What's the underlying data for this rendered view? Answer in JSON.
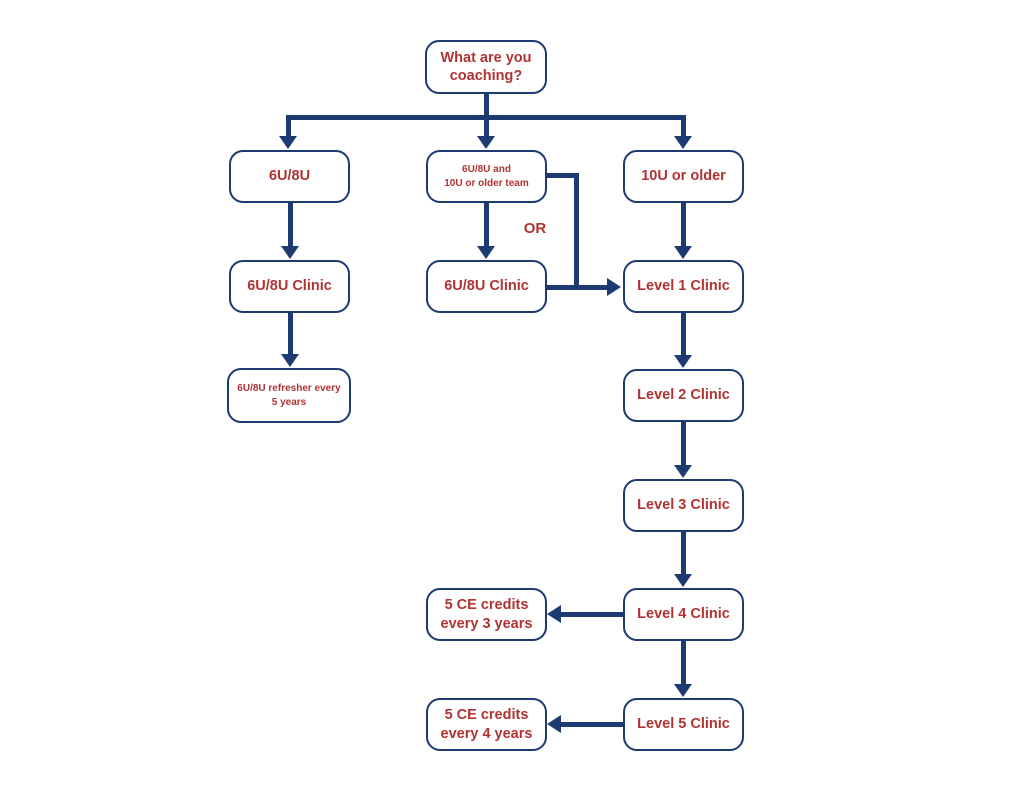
{
  "colors": {
    "line_navy": "#1e3a72",
    "text_red": "#b03333",
    "background": "#ffffff"
  },
  "labels": {
    "or": "OR"
  },
  "nodes": {
    "what_coaching": {
      "label": "What are you\ncoaching?"
    },
    "six_eight": {
      "label": "6U/8U"
    },
    "combo": {
      "label": "6U/8U  and\n10U or older team"
    },
    "ten_older": {
      "label": "10U or older"
    },
    "six_eight_clinic_left": {
      "label": "6U/8U Clinic"
    },
    "six_eight_clinic_mid": {
      "label": "6U/8U Clinic"
    },
    "level_1": {
      "label": "Level 1 Clinic"
    },
    "refresher": {
      "label": "6U/8U refresher every\n5 years"
    },
    "level_2": {
      "label": "Level 2 Clinic"
    },
    "level_3": {
      "label": "Level 3 Clinic"
    },
    "level_4": {
      "label": "Level 4 Clinic"
    },
    "ce_every_3": {
      "label": "5 CE credits\nevery 3 years"
    },
    "level_5": {
      "label": "Level 5 Clinic"
    },
    "ce_every_4": {
      "label": "5 CE credits\nevery 4 years"
    }
  }
}
